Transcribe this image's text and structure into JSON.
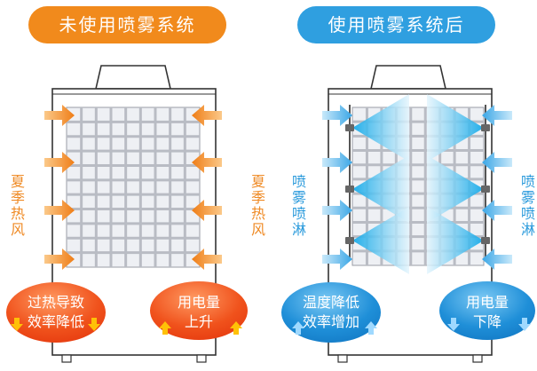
{
  "left": {
    "banner": "未使用喷雾系统",
    "side_label_left": "夏季热风",
    "side_label_right": "夏季热风",
    "status_left": {
      "line1": "过热导致",
      "line2": "效率降低"
    },
    "status_right": {
      "line1": "用电量",
      "line2": "上升"
    }
  },
  "right": {
    "banner": "使用喷雾系统后",
    "side_label_left": "喷雾喷淋",
    "side_label_right": "喷雾喷淋",
    "status_left": {
      "line1": "温度降低",
      "line2": "效率增加"
    },
    "status_right": {
      "line1": "用电量",
      "line2": "下降"
    }
  },
  "colors": {
    "orange": "#f18a1c",
    "blue": "#2f9fe0",
    "grid": "#b9bcc4",
    "mist": "#8fd3f3"
  }
}
